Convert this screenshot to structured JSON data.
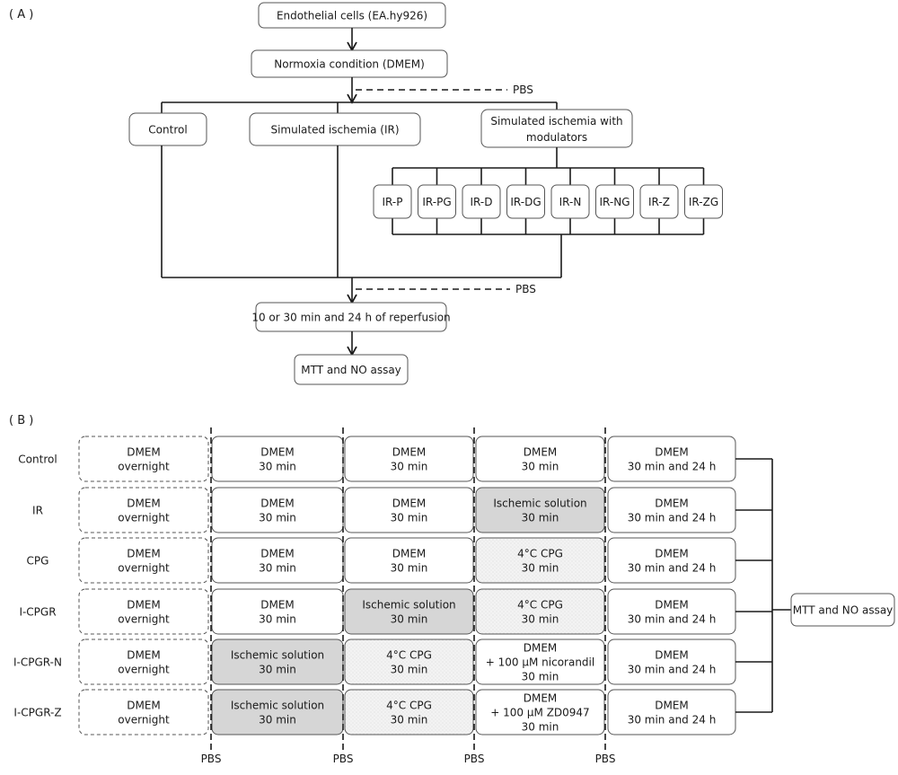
{
  "panel_a": {
    "label": "( A )",
    "root": "Endothelial cells (EA.hy926)",
    "normoxia": "Normoxia condition (DMEM)",
    "pbs_1": "PBS",
    "branches": {
      "control": "Control",
      "ir": "Simulated ischemia (IR)",
      "modulators": [
        "Simulated ischemia with",
        "modulators"
      ]
    },
    "modulator_items": [
      "IR-P",
      "IR-PG",
      "IR-D",
      "IR-DG",
      "IR-N",
      "IR-NG",
      "IR-Z",
      "IR-ZG"
    ],
    "pbs_2": "PBS",
    "reperfusion": "10 or 30 min and 24 h of reperfusion",
    "assay": "MTT and NO assay"
  },
  "panel_b": {
    "label": "( B )",
    "rows": [
      {
        "name": "Control",
        "cells": [
          {
            "lines": [
              "DMEM",
              "overnight"
            ],
            "style": "dashed"
          },
          {
            "lines": [
              "DMEM",
              "30 min"
            ],
            "style": "plain"
          },
          {
            "lines": [
              "DMEM",
              "30 min"
            ],
            "style": "plain"
          },
          {
            "lines": [
              "DMEM",
              "30 min"
            ],
            "style": "plain"
          },
          {
            "lines": [
              "DMEM",
              "30 min and 24 h"
            ],
            "style": "plain"
          }
        ]
      },
      {
        "name": "IR",
        "cells": [
          {
            "lines": [
              "DMEM",
              "overnight"
            ],
            "style": "dashed"
          },
          {
            "lines": [
              "DMEM",
              "30 min"
            ],
            "style": "plain"
          },
          {
            "lines": [
              "DMEM",
              "30 min"
            ],
            "style": "plain"
          },
          {
            "lines": [
              "Ischemic solution",
              "30 min"
            ],
            "style": "ischemic"
          },
          {
            "lines": [
              "DMEM",
              "30 min and 24 h"
            ],
            "style": "plain"
          }
        ]
      },
      {
        "name": "CPG",
        "cells": [
          {
            "lines": [
              "DMEM",
              "overnight"
            ],
            "style": "dashed"
          },
          {
            "lines": [
              "DMEM",
              "30 min"
            ],
            "style": "plain"
          },
          {
            "lines": [
              "DMEM",
              "30 min"
            ],
            "style": "plain"
          },
          {
            "lines": [
              "4°C CPG",
              "30 min"
            ],
            "style": "cpg"
          },
          {
            "lines": [
              "DMEM",
              "30 min and 24 h"
            ],
            "style": "plain"
          }
        ]
      },
      {
        "name": "I-CPGR",
        "cells": [
          {
            "lines": [
              "DMEM",
              "overnight"
            ],
            "style": "dashed"
          },
          {
            "lines": [
              "DMEM",
              "30 min"
            ],
            "style": "plain"
          },
          {
            "lines": [
              "Ischemic solution",
              "30 min"
            ],
            "style": "ischemic"
          },
          {
            "lines": [
              "4°C CPG",
              "30 min"
            ],
            "style": "cpg"
          },
          {
            "lines": [
              "DMEM",
              "30 min and 24 h"
            ],
            "style": "plain"
          }
        ]
      },
      {
        "name": "I-CPGR-N",
        "cells": [
          {
            "lines": [
              "DMEM",
              "overnight"
            ],
            "style": "dashed"
          },
          {
            "lines": [
              "Ischemic solution",
              "30 min"
            ],
            "style": "ischemic"
          },
          {
            "lines": [
              "4°C CPG",
              "30 min"
            ],
            "style": "cpg"
          },
          {
            "lines": [
              "DMEM",
              "+ 100 μM nicorandil",
              "30 min"
            ],
            "style": "plain"
          },
          {
            "lines": [
              "DMEM",
              "30 min and 24 h"
            ],
            "style": "plain"
          }
        ]
      },
      {
        "name": "I-CPGR-Z",
        "cells": [
          {
            "lines": [
              "DMEM",
              "overnight"
            ],
            "style": "dashed"
          },
          {
            "lines": [
              "Ischemic solution",
              "30 min"
            ],
            "style": "ischemic"
          },
          {
            "lines": [
              "4°C CPG",
              "30 min"
            ],
            "style": "cpg"
          },
          {
            "lines": [
              "DMEM",
              "+ 100 μM ZD0947",
              "30 min"
            ],
            "style": "plain"
          },
          {
            "lines": [
              "DMEM",
              "30 min and 24 h"
            ],
            "style": "plain"
          }
        ]
      }
    ],
    "pbs_labels": [
      "PBS",
      "PBS",
      "PBS",
      "PBS"
    ],
    "assay": "MTT and NO assay"
  },
  "colors": {
    "line": "#1a1a1a",
    "box_stroke": "#555555",
    "ischemic_fill": "#d6d6d6",
    "cpg_fill": "#f2f2f2"
  }
}
